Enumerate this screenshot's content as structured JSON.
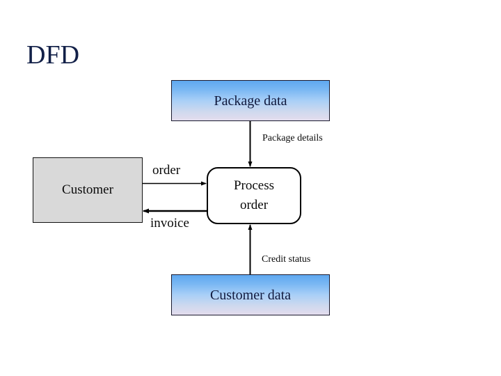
{
  "slide": {
    "title": "DFD",
    "background_color": "#ffffff",
    "title_color": "#122048"
  },
  "diagram": {
    "type": "data-flow-diagram",
    "nodes": [
      {
        "id": "package-data",
        "kind": "data-store",
        "label": "Package data",
        "fill": "gradient-blue-to-lavender",
        "border_color": "#1a1a2e"
      },
      {
        "id": "customer",
        "kind": "external-entity",
        "label": "Customer",
        "fill": "#d9d9d9",
        "border_color": "#101010"
      },
      {
        "id": "process-order",
        "kind": "process",
        "label": "Process\norder",
        "label_line1": "Process",
        "label_line2": "order",
        "fill": "#ffffff",
        "border_color": "#000000"
      },
      {
        "id": "customer-data",
        "kind": "data-store",
        "label": "Customer data",
        "fill": "gradient-blue-to-lavender",
        "border_color": "#1a1a2e"
      }
    ],
    "flows": [
      {
        "id": "order",
        "label": "order",
        "from": "customer",
        "to": "process-order",
        "direction": "right"
      },
      {
        "id": "invoice",
        "label": "invoice",
        "from": "process-order",
        "to": "customer",
        "direction": "left"
      },
      {
        "id": "package-details",
        "label": "Package details",
        "from": "package-data",
        "to": "process-order",
        "direction": "down"
      },
      {
        "id": "credit-status",
        "label": "Credit status",
        "from": "customer-data",
        "to": "process-order",
        "direction": "up"
      }
    ]
  }
}
